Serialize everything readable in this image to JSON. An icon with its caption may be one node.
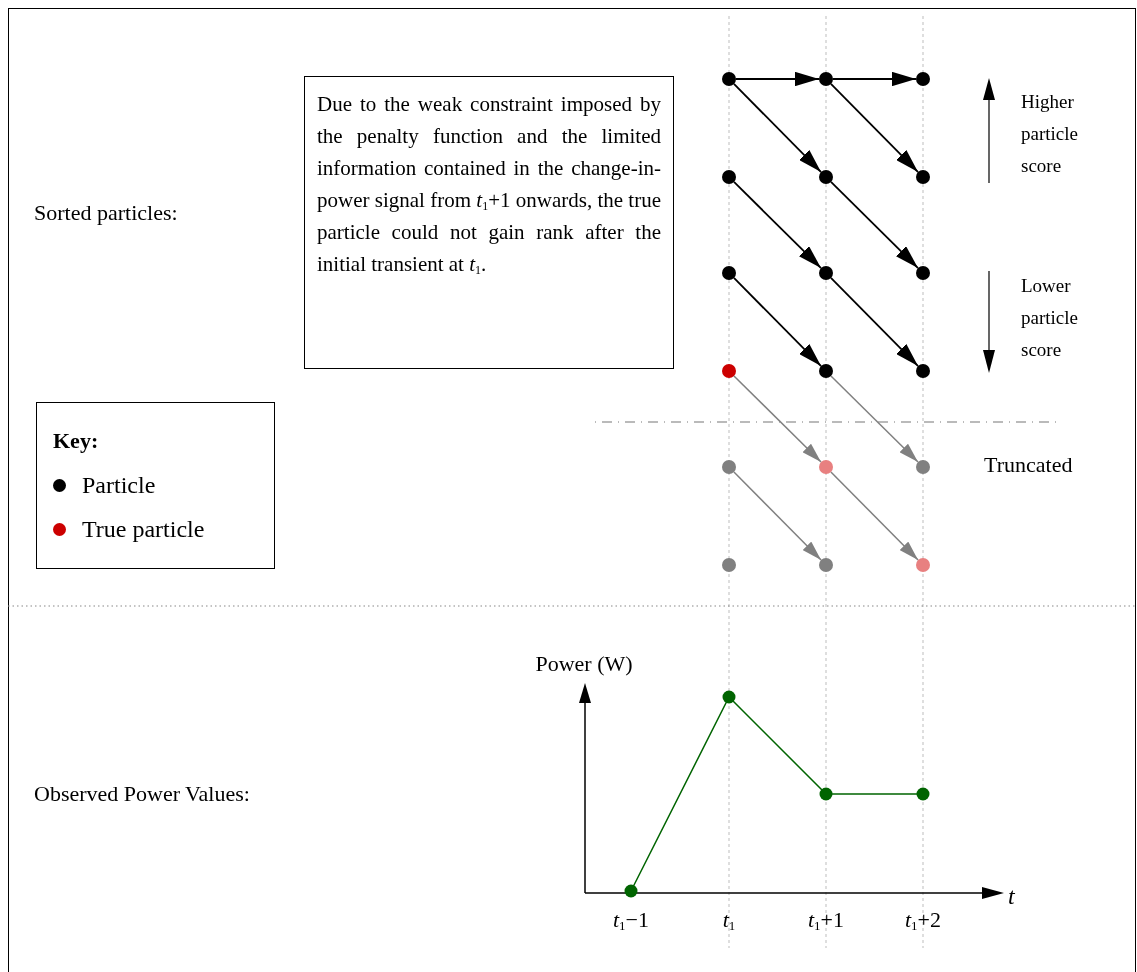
{
  "diagram": {
    "nodes": [
      {
        "text": [
          "Due to the weak constraint imposed by the penalty function and the limited information contained in the change-in-power signal from *t*$_{1}$+1 onwards, the true particle could not gain rank after the initial transient at *t*$_{1}$."
        ]
      },
      {
        "text": [],
        "shape": "circle"
      },
      {
        "text": [],
        "shape": "circle"
      },
      {
        "text": [],
        "shape": "circle"
      },
      {
        "text": [],
        "shape": "circle"
      },
      {
        "text": [],
        "shape": "circle"
      },
      {
        "text": [],
        "shape": "circle"
      },
      {
        "text": [],
        "shape": "circle"
      },
      {
        "text": [],
        "shape": "circle"
      },
      {
        "text": [],
        "shape": "circle"
      },
      {
        "text": [],
        "shape": "circle"
      },
      {
        "text": [],
        "shape": "circle"
      },
      {
        "text": [],
        "shape": "circle"
      },
      {
        "text": [],
        "shape": "circle"
      },
      {
        "text": [],
        "shape": "circle"
      },
      {
        "text": [],
        "shape": "circle"
      },
      {
        "text": [],
        "shape": "circle"
      },
      {
        "text": [],
        "shape": "circle"
      },
      {
        "text": [],
        "shape": "circle"
      }
    ],
    "edges": [
      {
        "from": 1,
        "to": 2,
        "arrow": "to"
      },
      {
        "from": 2,
        "to": 3,
        "arrow": "to"
      },
      {
        "from": 1,
        "to": 5,
        "arrow": "to"
      },
      {
        "from": 2,
        "to": 6,
        "arrow": "to"
      },
      {
        "from": 4,
        "to": 8,
        "arrow": "to"
      },
      {
        "from": 5,
        "to": 9,
        "arrow": "to"
      },
      {
        "from": 7,
        "to": 11,
        "arrow": "to"
      },
      {
        "from": 8,
        "to": 12,
        "arrow": "to"
      },
      {
        "from": 10,
        "to": 14,
        "arrow": "to",
        "color": "#808080"
      },
      {
        "from": 11,
        "to": 15,
        "arrow": "to",
        "color": "#808080"
      },
      {
        "from": 13,
        "to": 17,
        "arrow": "to",
        "color": "#808080"
      },
      {
        "from": 14,
        "to": 18,
        "arrow": "to",
        "color": "#808080"
      }
    ],
    "labels": [
      "Sorted particles:",
      "Higher particle score",
      "Lower particle score",
      "Truncated",
      "Key:",
      "Power (W)",
      "Observed Power Values:",
      "*t*",
      "*t*$_{1}$−1",
      "*t*$_{1}$",
      "*t*$_{1}$+1",
      "*t*$_{1}$+2"
    ],
    "legend": [
      {
        "text": "Particle",
        "color": "#000000"
      },
      {
        "text": "True particle",
        "color": "#cc0000"
      }
    ]
  }
}
